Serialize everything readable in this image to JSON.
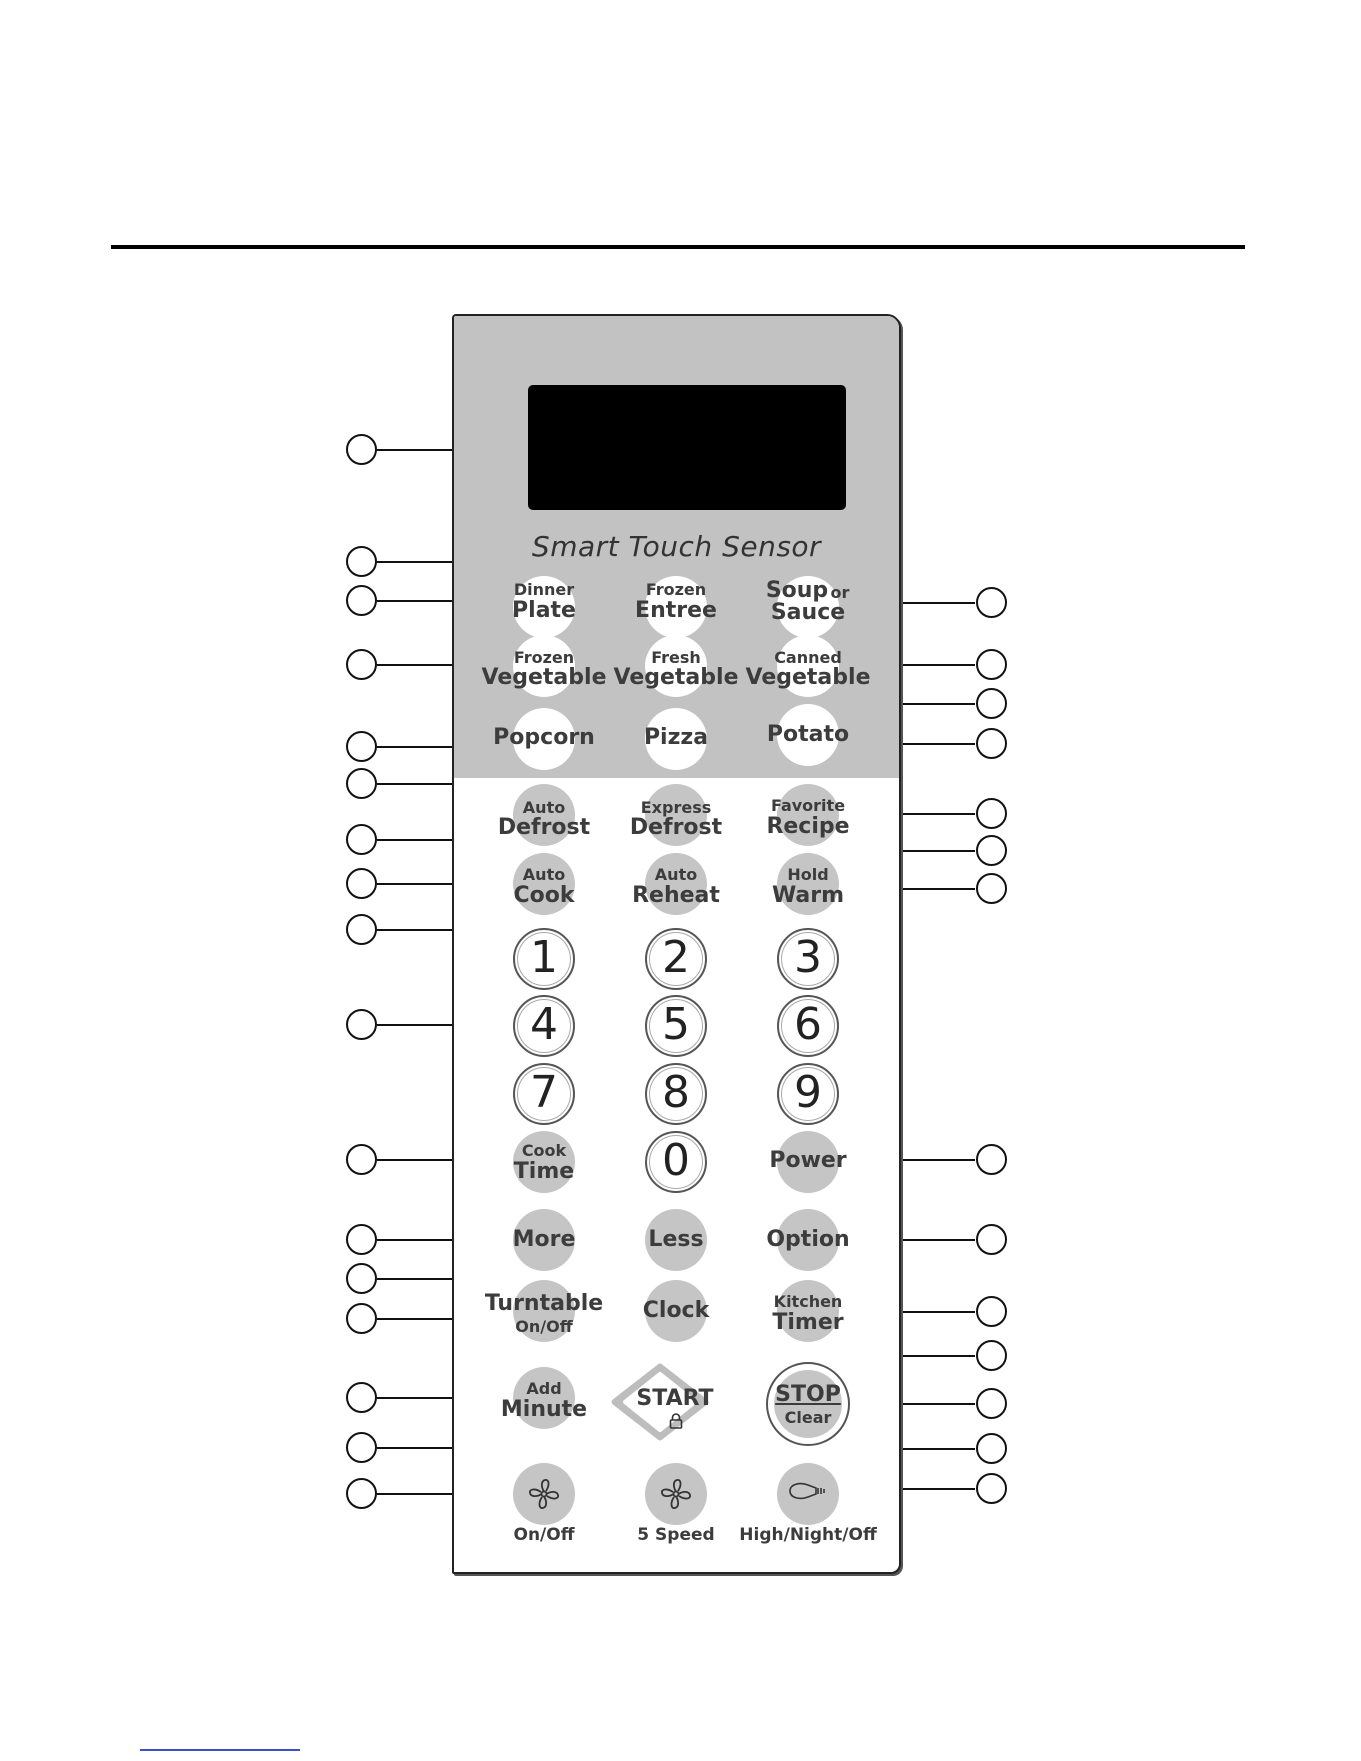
{
  "panel": {
    "sensor_title": "Smart Touch Sensor"
  },
  "buttons": {
    "dinner_plate": {
      "top": "Dinner",
      "bottom": "Plate"
    },
    "frozen_entree": {
      "top": "Frozen",
      "bottom": "Entree"
    },
    "soup_sauce": {
      "main": "Soup",
      "or": "or",
      "bottom": "Sauce"
    },
    "frozen_vegetable": {
      "top": "Frozen",
      "bottom": "Vegetable"
    },
    "fresh_vegetable": {
      "top": "Fresh",
      "bottom": "Vegetable"
    },
    "canned_vegetable": {
      "top": "Canned",
      "bottom": "Vegetable"
    },
    "popcorn": "Popcorn",
    "pizza": "Pizza",
    "potato": "Potato",
    "auto_defrost": {
      "top": "Auto",
      "bottom": "Defrost"
    },
    "express_defrost": {
      "top": "Express",
      "bottom": "Defrost"
    },
    "favorite_recipe": {
      "top": "Favorite",
      "bottom": "Recipe"
    },
    "auto_cook": {
      "top": "Auto",
      "bottom": "Cook"
    },
    "auto_reheat": {
      "top": "Auto",
      "bottom": "Reheat"
    },
    "hold_warm": {
      "top": "Hold",
      "bottom": "Warm"
    },
    "digits": [
      "1",
      "2",
      "3",
      "4",
      "5",
      "6",
      "7",
      "8",
      "9",
      "0"
    ],
    "cook_time": {
      "top": "Cook",
      "bottom": "Time"
    },
    "power": "Power",
    "more": "More",
    "less": "Less",
    "option": "Option",
    "turntable": {
      "top": "Turntable",
      "bottom": "On/Off"
    },
    "clock": "Clock",
    "kitchen_timer": {
      "top": "Kitchen",
      "bottom": "Timer"
    },
    "add_minute": {
      "top": "Add",
      "bottom": "Minute"
    },
    "start": "START",
    "stop_clear": {
      "top": "STOP",
      "bottom": "Clear"
    },
    "vent_fan_label": "On/Off",
    "fan_speed_label": "5 Speed",
    "light_label": "High/Night/Off"
  },
  "icons": {
    "start": "lock-icon",
    "vent_fan": "fan-icon",
    "fan_speed": "fan-icon",
    "light": "light-bulb-icon"
  },
  "colors": {
    "upper_panel": "#c2c2c2",
    "button_gray": "#c5c5c5",
    "display": "#000000",
    "footer_link": "#3c50c8"
  }
}
